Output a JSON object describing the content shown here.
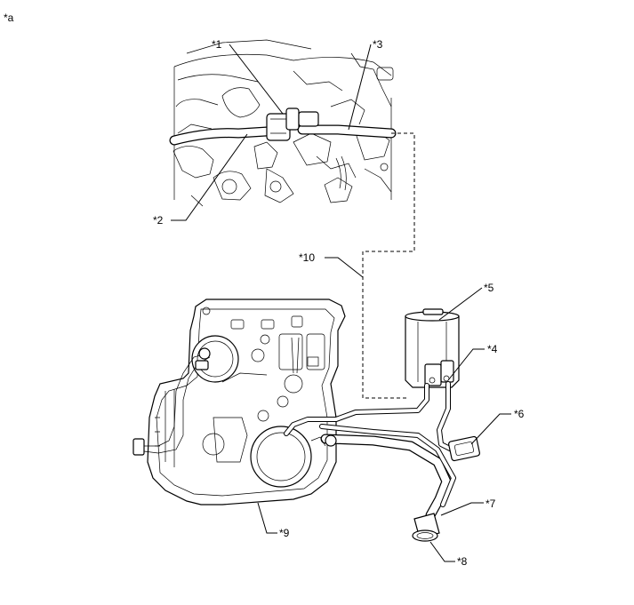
{
  "labels": {
    "view": "*a",
    "p1": "*1",
    "p2": "*2",
    "p3": "*3",
    "p4": "*4",
    "p5": "*5",
    "p6": "*6",
    "p7": "*7",
    "p8": "*8",
    "p9": "*9",
    "p10": "*10"
  }
}
